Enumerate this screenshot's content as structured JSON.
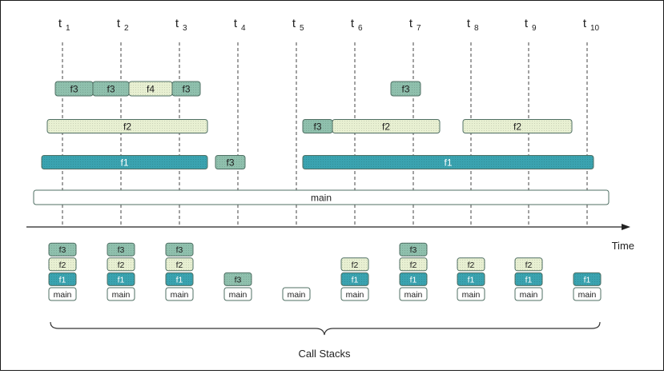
{
  "diagram": {
    "time_label": "Time",
    "footer_label": "Call Stacks",
    "colors": {
      "main": "#ffffff",
      "f1": "#3aa3b0",
      "f2": "#e8f0d2",
      "f3": "#8fc0ad",
      "f4": "#e8f0d2",
      "stroke": "#4f6f63",
      "guide": "#555555",
      "axis": "#222222"
    },
    "ticks": [
      {
        "id": "t1",
        "t": "t",
        "sub": "1"
      },
      {
        "id": "t2",
        "t": "t",
        "sub": "2"
      },
      {
        "id": "t3",
        "t": "t",
        "sub": "3"
      },
      {
        "id": "t4",
        "t": "t",
        "sub": "4"
      },
      {
        "id": "t5",
        "t": "t",
        "sub": "5"
      },
      {
        "id": "t6",
        "t": "t",
        "sub": "6"
      },
      {
        "id": "t7",
        "t": "t",
        "sub": "7"
      },
      {
        "id": "t8",
        "t": "t",
        "sub": "8"
      },
      {
        "id": "t9",
        "t": "t",
        "sub": "9"
      },
      {
        "id": "t10",
        "t": "t",
        "sub": "10"
      }
    ],
    "timeline": [
      {
        "label": "f3",
        "fn": "f3",
        "level": 3
      },
      {
        "label": "f3",
        "fn": "f3",
        "level": 3
      },
      {
        "label": "f4",
        "fn": "f4",
        "level": 3
      },
      {
        "label": "f3",
        "fn": "f3",
        "level": 3
      },
      {
        "label": "f3",
        "fn": "f3",
        "level": 3
      },
      {
        "label": "f2",
        "fn": "f2",
        "level": 2
      },
      {
        "label": "f3",
        "fn": "f3",
        "level": 2
      },
      {
        "label": "f2",
        "fn": "f2",
        "level": 2
      },
      {
        "label": "f2",
        "fn": "f2",
        "level": 2
      },
      {
        "label": "f1",
        "fn": "f1",
        "level": 1
      },
      {
        "label": "f3",
        "fn": "f3",
        "level": 1
      },
      {
        "label": "f1",
        "fn": "f1",
        "level": 1
      },
      {
        "label": "main",
        "fn": "main",
        "level": 0
      }
    ],
    "stacks": [
      {
        "tick": "t1",
        "frames": [
          "main",
          "f1",
          "f2",
          "f3"
        ]
      },
      {
        "tick": "t2",
        "frames": [
          "main",
          "f1",
          "f2",
          "f3"
        ]
      },
      {
        "tick": "t3",
        "frames": [
          "main",
          "f1",
          "f2",
          "f3"
        ]
      },
      {
        "tick": "t4",
        "frames": [
          "main",
          "f3"
        ]
      },
      {
        "tick": "t5",
        "frames": [
          "main"
        ]
      },
      {
        "tick": "t6",
        "frames": [
          "main",
          "f1",
          "f2"
        ]
      },
      {
        "tick": "t7",
        "frames": [
          "main",
          "f1",
          "f2",
          "f3"
        ]
      },
      {
        "tick": "t8",
        "frames": [
          "main",
          "f1",
          "f2"
        ]
      },
      {
        "tick": "t9",
        "frames": [
          "main",
          "f1",
          "f2"
        ]
      },
      {
        "tick": "t10",
        "frames": [
          "main",
          "f1"
        ]
      }
    ]
  }
}
